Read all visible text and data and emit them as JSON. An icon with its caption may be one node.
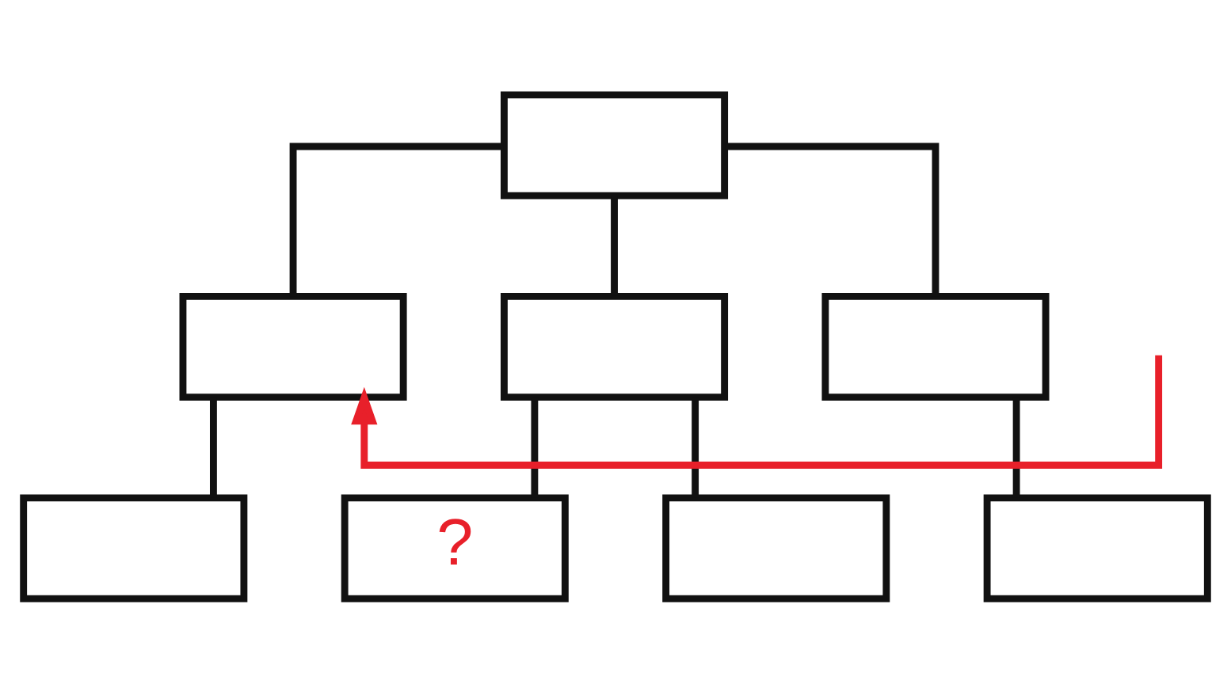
{
  "diagram": {
    "nodes": [
      {
        "text": [],
        "shape": "box"
      },
      {
        "text": [],
        "shape": "box"
      },
      {
        "text": [],
        "shape": "box"
      },
      {
        "text": [],
        "shape": "box"
      },
      {
        "text": [],
        "shape": "box"
      },
      {
        "text": [
          "?"
        ]
      },
      {
        "text": [],
        "shape": "box"
      },
      {
        "text": [],
        "shape": "box"
      }
    ],
    "edges": [
      {
        "from": 0,
        "to": 1,
        "arrow": "none"
      },
      {
        "from": 0,
        "to": 2,
        "arrow": "none"
      },
      {
        "from": 0,
        "to": 3,
        "arrow": "none"
      },
      {
        "from": 1,
        "to": 4,
        "arrow": "none"
      },
      {
        "from": 2,
        "to": 5,
        "arrow": "none"
      },
      {
        "from": 2,
        "to": 6,
        "arrow": "none"
      },
      {
        "from": 3,
        "to": 7,
        "arrow": "none"
      },
      {
        "from": null,
        "to": 1,
        "arrow": "to",
        "color": "#e8202a"
      }
    ]
  }
}
